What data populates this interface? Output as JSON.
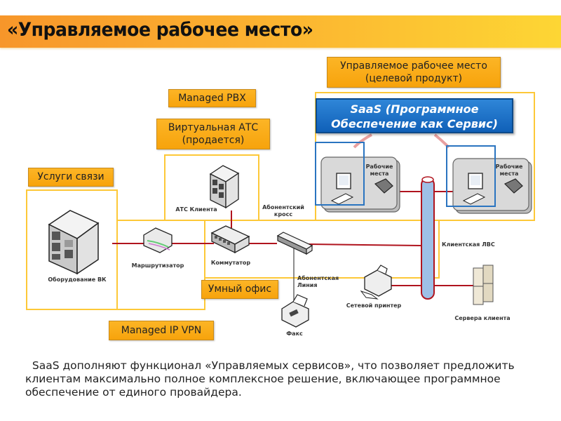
{
  "title": "«Управляемое рабочее место»",
  "tags": {
    "managed_workplace": "Управляемое рабочее место (целевой продукт)",
    "managed_workplace_line1": "Управляемое рабочее место",
    "managed_workplace_line2": "(целевой продукт)",
    "managed_pbx": "Managed PBX",
    "virtual_pbx_line1": "Виртуальная АТС",
    "virtual_pbx_line2": "(продается)",
    "comm_services": "Услуги связи",
    "smart_office": "Умный офис",
    "managed_ip_vpn": "Managed IP VPN"
  },
  "saas_box": {
    "line1": "SaaS (Программное",
    "line2": "Обеспечение как Сервис)"
  },
  "devices": {
    "operator_equipment": "Оборудование ВК",
    "router": "Маршрутизатор",
    "client_pbx": "АТС Клиента",
    "subscriber_cross": "Абонентский кросс",
    "subscriber_cross_line1": "Абонентский",
    "subscriber_cross_line2": "кросс",
    "switch": "Коммутатор",
    "subscriber_line_1": "Абонентская",
    "subscriber_line_2": "Линия",
    "fax": "Факс",
    "network_printer": "Сетевой принтер",
    "client_lan": "Клиентская ЛВС",
    "client_servers": "Сервера клиента",
    "workplaces_line1": "Рабочие",
    "workplaces_line2": "места"
  },
  "caption": "SaaS дополняют функционал «Управляемых сервисов», что позволяет предложить клиентам максимально полное комплексное решение, включающее программное обеспечение от единого провайдера.",
  "colors": {
    "tag_orange": "#f9a81a",
    "zone_yellow": "#fdc838",
    "saas_blue": "#1a6ec8",
    "link_red": "#b0141e",
    "lan_blue": "#9ec0e6"
  }
}
